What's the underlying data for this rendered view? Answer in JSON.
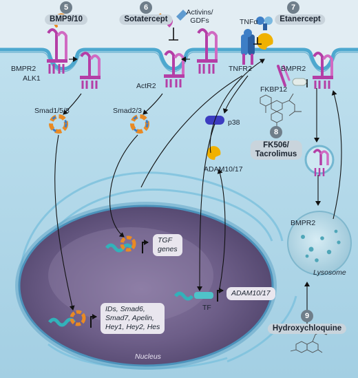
{
  "drugs": [
    {
      "number": "5",
      "name": "BMP9/10"
    },
    {
      "number": "6",
      "name": "Sotatercept"
    },
    {
      "number": "7",
      "name": "Etanercept"
    },
    {
      "number": "8",
      "name": "FK506/\nTacrolimus"
    },
    {
      "number": "9",
      "name": "Hydroxychloquine"
    }
  ],
  "labels": {
    "activins": "Activins/\nGDFs",
    "tnfa": "TNFα",
    "bmpr2_left": "BMPR2",
    "alk1": "ALK1",
    "actr2": "ActR2",
    "tnfr2": "TNFR2",
    "bmpr2_right": "BMPR2",
    "fkbp12": "FKBP12",
    "smad158": "Smad1/5/8",
    "smad23": "Smad2/3",
    "p38": "p38",
    "adam1017": "ADAM10/17",
    "bmpr2_lysosome": "BMPR2",
    "lysosome": "Lysosome",
    "tf": "TF",
    "nucleus": "Nucleus"
  },
  "gene_boxes": {
    "tgf": "TGF\ngenes",
    "adam": "ADAM10/17",
    "ids": "IDs, Smad6,\nSmad7, Apelin,\nHey1, Hey2, Hes"
  },
  "colors": {
    "extracellular": "#dde9f1",
    "cytoplasm": "#a9d3e6",
    "membrane": "#4da8cf",
    "nucleus": "#6d5f86",
    "receptor": "#b43ea6",
    "smad_orange": "#e98a24",
    "smad_blue": "#3d7ec6",
    "p38": "#3c3cc0",
    "adam": "#f0b100",
    "dna": "#32b2ba",
    "badge": "#6f7e8a"
  }
}
